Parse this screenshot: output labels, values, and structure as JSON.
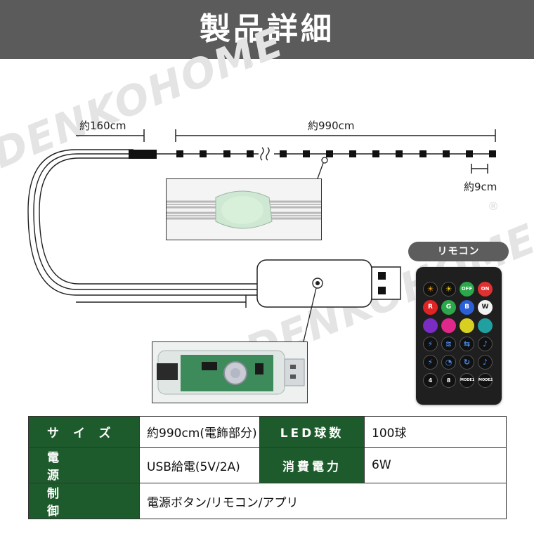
{
  "header": {
    "title": "製品詳細"
  },
  "watermark": {
    "brand": "DENKOHOME",
    "reg_mark": "®"
  },
  "diagram": {
    "length_lead": "約160cm",
    "length_strip": "約990cm",
    "length_pitch": "約9cm"
  },
  "remote": {
    "tag": "リモコン",
    "row1": [
      "☀",
      "☀",
      "OFF",
      "ON"
    ],
    "row2": [
      "R",
      "G",
      "B",
      "W"
    ],
    "row6": [
      "4",
      "8",
      "MODE1",
      "MODE2"
    ],
    "colors": {
      "off": "#2aa84a",
      "on": "#e03030",
      "r": "#e02424",
      "g": "#2ca84a",
      "b": "#2b5fd6",
      "w": "#f2f2f2",
      "c1": "#7a2cc4",
      "c2": "#e0288a",
      "c3": "#d8d020",
      "c4": "#20a0a0"
    }
  },
  "spec": {
    "rows": [
      {
        "label1": "サイズ",
        "value1": "約990cm(電飾部分)",
        "label2": "LED球数",
        "value2": "100球"
      },
      {
        "label1": "電源",
        "value1": "USB給電(5V/2A)",
        "label2": "消費電力",
        "value2": "6W"
      },
      {
        "label1": "制御",
        "value1": "電源ボタン/リモコン/アプリ"
      }
    ]
  },
  "theme": {
    "header_bg": "#5b5b5b",
    "table_header_bg": "#1e5b2c"
  }
}
